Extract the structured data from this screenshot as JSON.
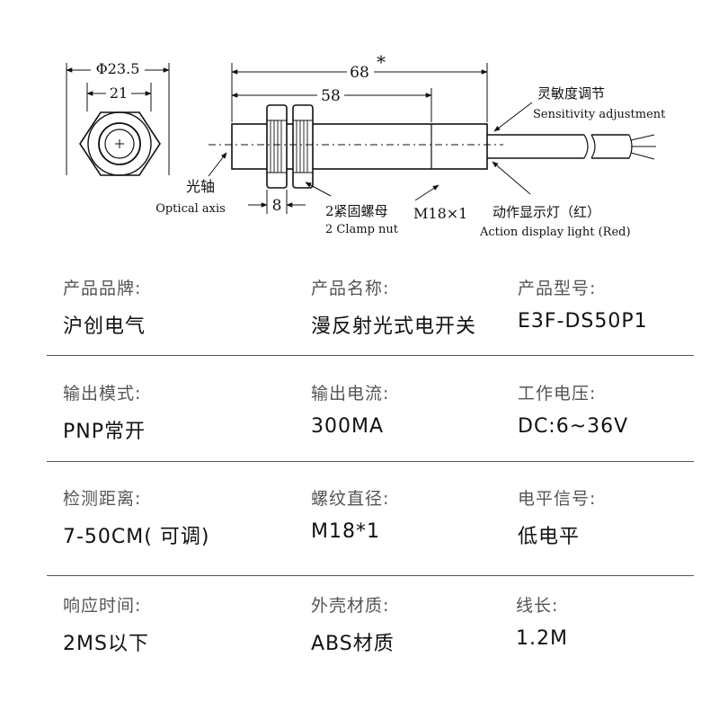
{
  "drawing": {
    "dim_outer_diameter": "Φ23.5",
    "dim_hex": "21",
    "dim_total_length": "68",
    "dim_total_mark": "*",
    "dim_body_length": "58",
    "dim_nut": "8",
    "thread": "M18×1",
    "optical_axis_cn": "光轴",
    "optical_axis_en": "Optical axis",
    "clamp_nut_cn": "2紧固螺母",
    "clamp_nut_en": "2 Clamp nut",
    "sensitivity_cn": "灵敏度调节",
    "sensitivity_en": "Sensitivity adjustment",
    "action_light_cn": "动作显示灯（红）",
    "action_light_en": "Action display light (Red)"
  },
  "specs": [
    [
      {
        "label": "产品品牌:",
        "value": "沪创电气"
      },
      {
        "label": "产品名称:",
        "value": "漫反射光式电开关"
      },
      {
        "label": "产品型号:",
        "value": "E3F-DS50P1"
      }
    ],
    [
      {
        "label": "输出模式:",
        "value": "PNP常开"
      },
      {
        "label": "输出电流:",
        "value": "300MA"
      },
      {
        "label": "工作电压:",
        "value": "DC:6~36V"
      }
    ],
    [
      {
        "label": "检测距离:",
        "value": "7-50CM( 可调)"
      },
      {
        "label": "螺纹直径:",
        "value": "M18*1"
      },
      {
        "label": "电平信号:",
        "value": "低电平"
      }
    ],
    [
      {
        "label": "响应时间:",
        "value": "2MS以下"
      },
      {
        "label": "外壳材质:",
        "value": "ABS材质"
      },
      {
        "label": "线长:",
        "value": "1.2M"
      }
    ]
  ]
}
